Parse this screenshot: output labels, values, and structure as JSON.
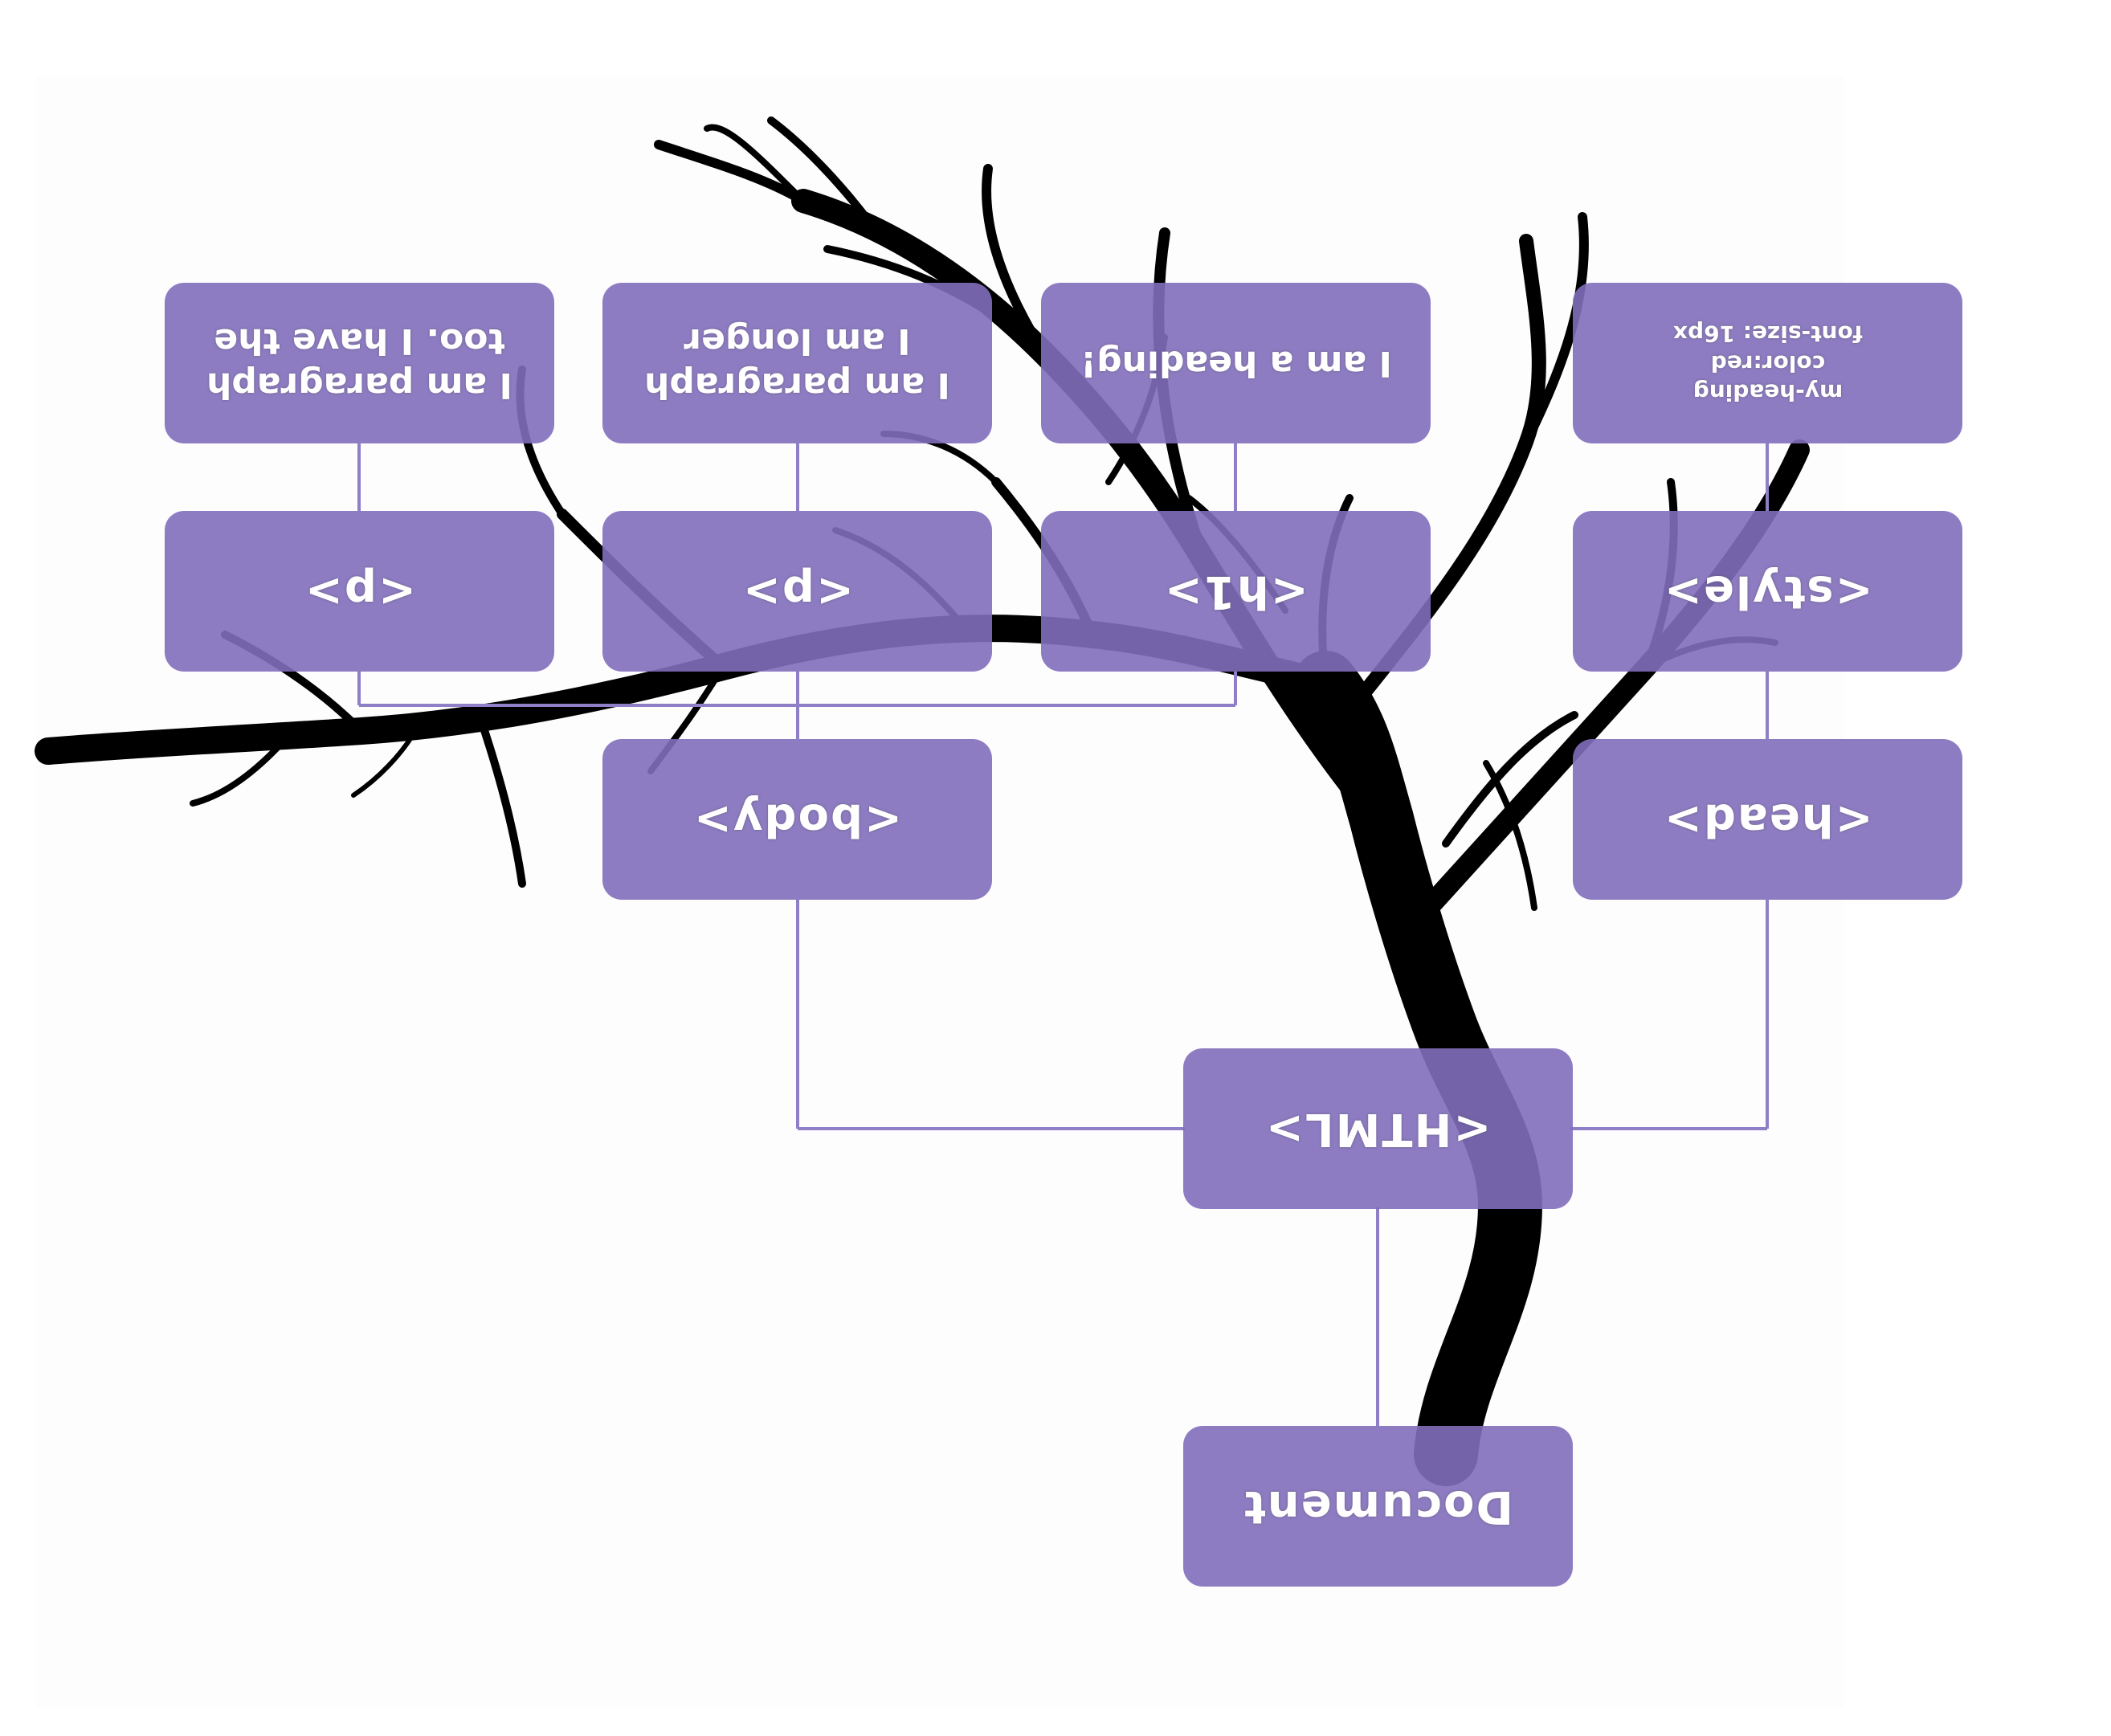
{
  "nodes": {
    "document": "Document",
    "html": "<HTML>",
    "head": "<head>",
    "body": "<body>",
    "style": "<style>",
    "h1": "<h1>",
    "p1": "<p>",
    "p2": "<p>",
    "style_text": "my-heading\ncolor:red\nfont-size: 16px",
    "h1_text": "I am a heading!",
    "p1_text": "I am paragraph\ntoo. I have the",
    "p2_text": "I am paragraph\nI am longer"
  },
  "colors": {
    "node_fill": "#8a78be",
    "connector": "#8f7fc6",
    "tree": "#000000"
  }
}
